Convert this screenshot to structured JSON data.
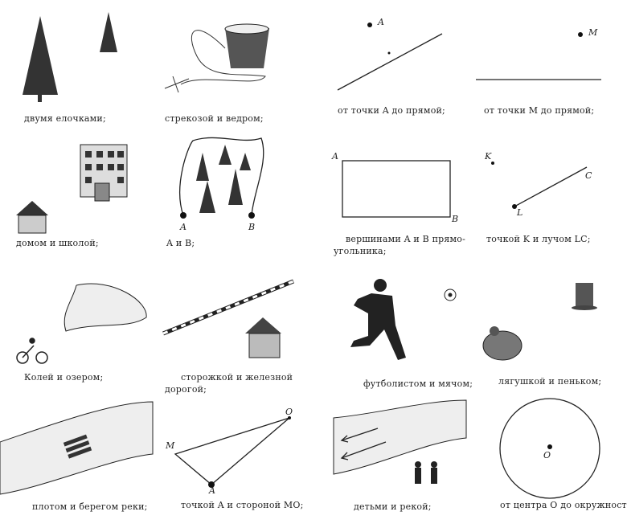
{
  "items": [
    {
      "caption": "двумя елочками;"
    },
    {
      "caption": "стрекозой и ведром;"
    },
    {
      "caption": "от точки A до прямой;",
      "labels": [
        "A"
      ]
    },
    {
      "caption": "от точки M до прямой;",
      "labels": [
        "M"
      ]
    },
    {
      "caption": "домом и школой;"
    },
    {
      "caption": "A и B;",
      "labels": [
        "A",
        "B"
      ]
    },
    {
      "caption": "вершинами A и B прямо-",
      "caption2": "угольника;",
      "labels": [
        "A",
        "B"
      ]
    },
    {
      "caption": "точкой K и лучом LC;",
      "labels": [
        "K",
        "L",
        "C"
      ]
    },
    {
      "caption": "Колей и озером;"
    },
    {
      "caption": "сторожкой и железной",
      "caption2": "дорогой;"
    },
    {
      "caption": "футболистом и мячом;"
    },
    {
      "caption": "лягушкой и пеньком;"
    },
    {
      "caption": "плотом и берегом реки;"
    },
    {
      "caption": "точкой A и стороной MO;",
      "labels": [
        "M",
        "O",
        "A"
      ]
    },
    {
      "caption": "детьми и рекой;"
    },
    {
      "caption": "от центра O до окружности.",
      "labels": [
        "O"
      ]
    }
  ]
}
